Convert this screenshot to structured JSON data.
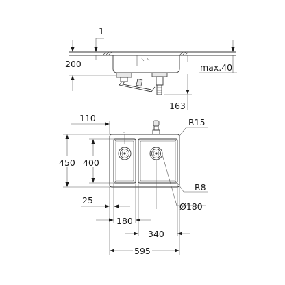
{
  "side_view": {
    "top_offset": "1",
    "depth": "200",
    "max_depth": "max.40",
    "drain_offset": "163"
  },
  "top_view": {
    "small_bowl_offset": "110",
    "corner_radius_top": "R15",
    "outer_depth": "450",
    "inner_depth": "400",
    "corner_radius_bottom": "R8",
    "rim_margin": "25",
    "drain_diameter": "Ø180",
    "small_bowl_width": "180",
    "large_bowl_width": "340",
    "total_width": "595"
  }
}
